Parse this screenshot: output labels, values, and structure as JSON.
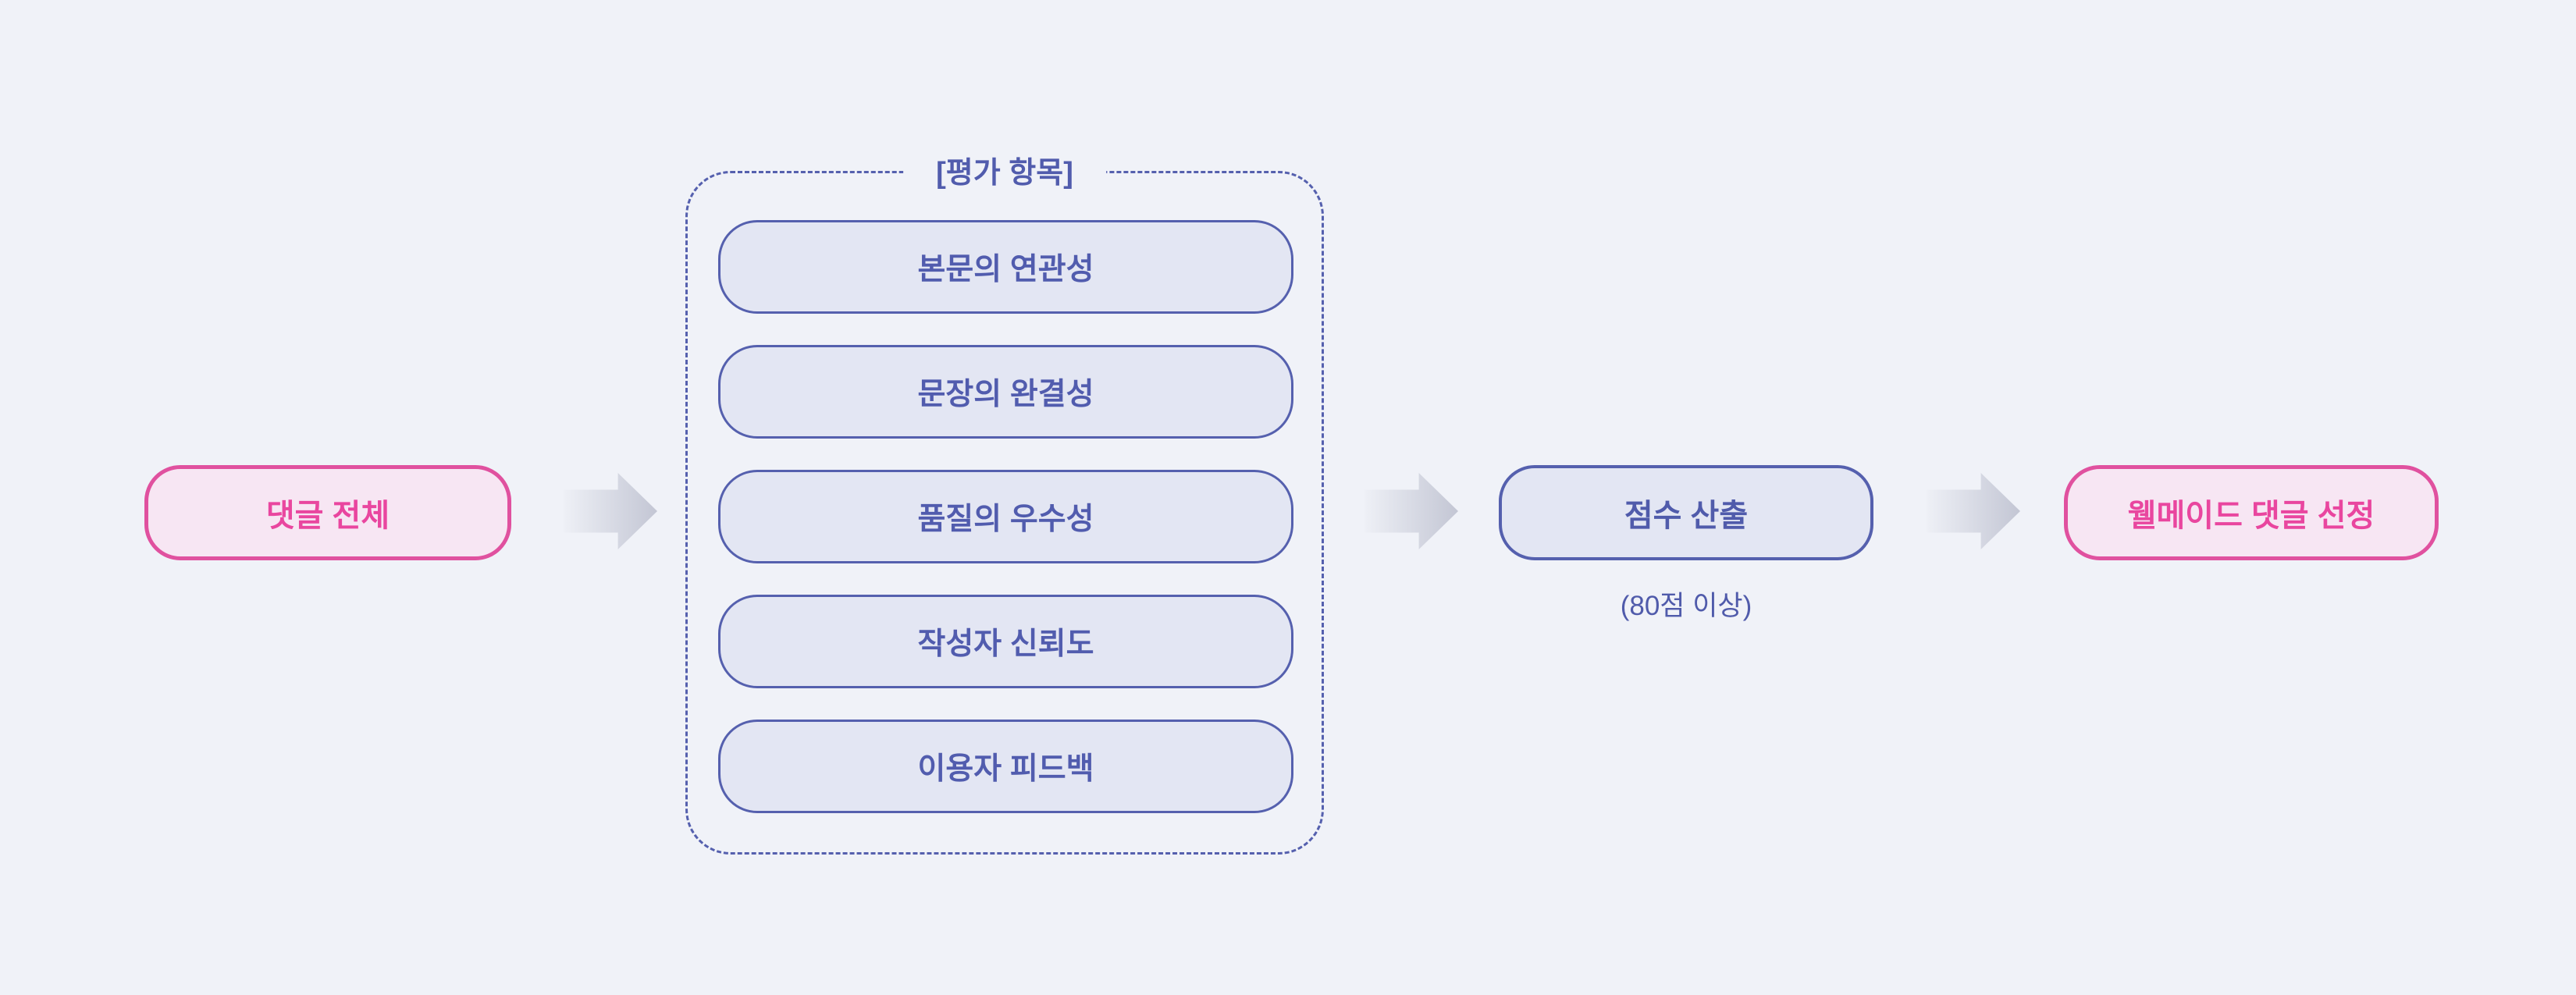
{
  "diagram": {
    "input_node": {
      "label": "댓글 전체"
    },
    "criteria_group": {
      "title": "[평가 항목]",
      "items": [
        {
          "label": "본문의 연관성"
        },
        {
          "label": "문장의 완결성"
        },
        {
          "label": "품질의 우수성"
        },
        {
          "label": "작성자 신뢰도"
        },
        {
          "label": "이용자 피드백"
        }
      ]
    },
    "score_node": {
      "label": "점수 산출",
      "note": "(80점 이상)"
    },
    "output_node": {
      "label": "웰메이드 댓글 선정"
    },
    "colors": {
      "background": "#f0f2f8",
      "pink_border": "#e0519f",
      "pink_fill": "#f7e6f3",
      "pink_text": "#e9469f",
      "indigo_border": "#5560ae",
      "indigo_fill": "#e3e6f3",
      "indigo_text": "#505bab",
      "arrow_gradient_start": "#eef0f6",
      "arrow_gradient_end": "#c3c6d4"
    }
  }
}
